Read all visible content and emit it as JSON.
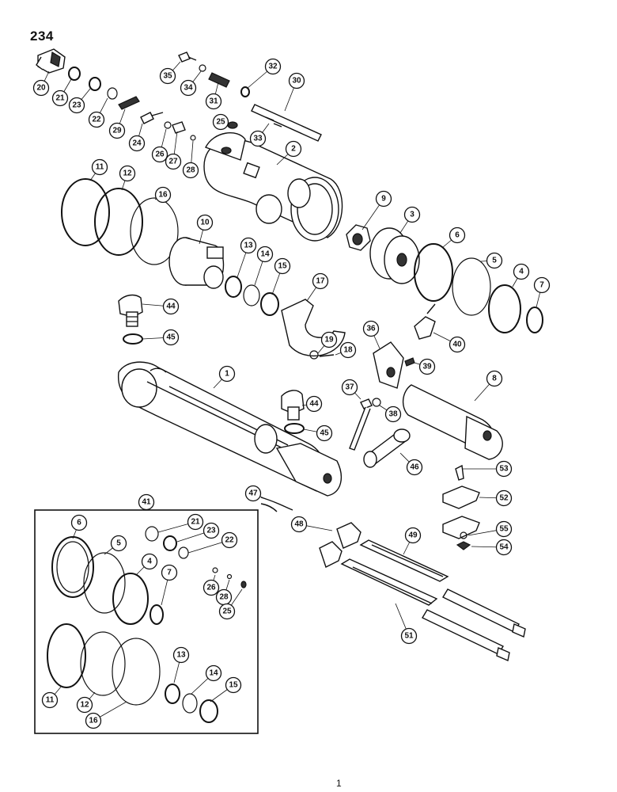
{
  "page": {
    "number": "234",
    "footer_mark": "1"
  },
  "callouts": [
    "1",
    "2",
    "3",
    "4",
    "5",
    "6",
    "7",
    "8",
    "9",
    "10",
    "11",
    "12",
    "13",
    "14",
    "15",
    "16",
    "17",
    "18",
    "19",
    "20",
    "21",
    "22",
    "23",
    "24",
    "25",
    "26",
    "27",
    "28",
    "29",
    "30",
    "31",
    "32",
    "33",
    "34",
    "35",
    "36",
    "37",
    "38",
    "39",
    "40",
    "41",
    "44",
    "45",
    "46",
    "47",
    "48",
    "49",
    "51",
    "52",
    "53",
    "54",
    "55"
  ],
  "kit_callouts": [
    "6",
    "5",
    "4",
    "7",
    "21",
    "23",
    "22",
    "26",
    "28",
    "25",
    "11",
    "12",
    "16",
    "13",
    "14",
    "15"
  ],
  "kit_label": "41"
}
